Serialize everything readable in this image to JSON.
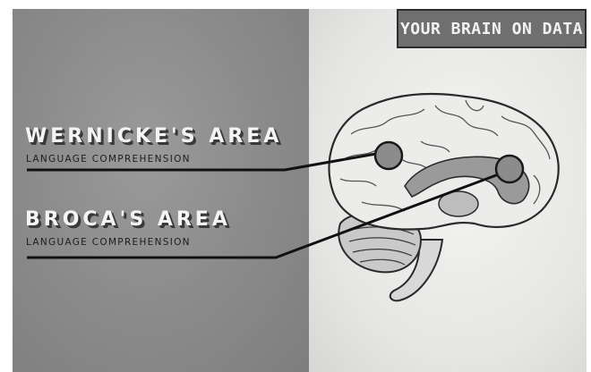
{
  "title": "YOUR BRAIN ON DATA",
  "areas": [
    {
      "name": "WERNICKE'S AREA",
      "description": "LANGUAGE COMPREHENSION"
    },
    {
      "name": "BROCA'S AREA",
      "description": "LANGUAGE COMPREHENSION"
    }
  ],
  "colors": {
    "left_panel": "#8a8a8a",
    "right_panel": "#e8e8e6",
    "badge": "#6f6f6f",
    "marker_fill": "#8c8c8c",
    "line": "#111111"
  }
}
